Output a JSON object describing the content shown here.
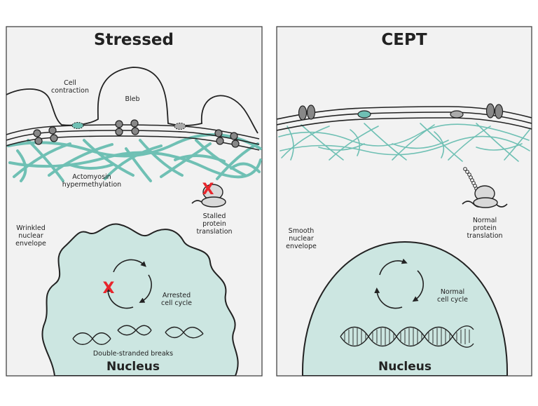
{
  "colors": {
    "panel_bg": "#f2f2f2",
    "panel_border": "#444444",
    "actin": "#6fc0b4",
    "nucleus_fill": "#cce6e1",
    "protein_gray": "#d9d9d9",
    "dark_gray": "#888888",
    "red_x": "#e8262c"
  },
  "left": {
    "title": "Stressed",
    "cell_contraction": [
      "Cell",
      "contraction"
    ],
    "bleb": "Bleb",
    "actomyosin": [
      "Actomyosin",
      "hypermethylation"
    ],
    "stalled": [
      "Stalled",
      "protein",
      "translation"
    ],
    "wrinkled": [
      "Wrinkled",
      "nuclear",
      "envelope"
    ],
    "arrested": [
      "Arrested",
      "cell cycle"
    ],
    "dsb": "Double-stranded breaks",
    "nucleus": "Nucleus",
    "x_mark": "X"
  },
  "right": {
    "title": "CEPT",
    "normal_translation": [
      "Normal",
      "protein",
      "translation"
    ],
    "smooth": [
      "Smooth",
      "nuclear",
      "envelope"
    ],
    "normal_cycle": [
      "Normal",
      "cell cycle"
    ],
    "nucleus": "Nucleus"
  }
}
